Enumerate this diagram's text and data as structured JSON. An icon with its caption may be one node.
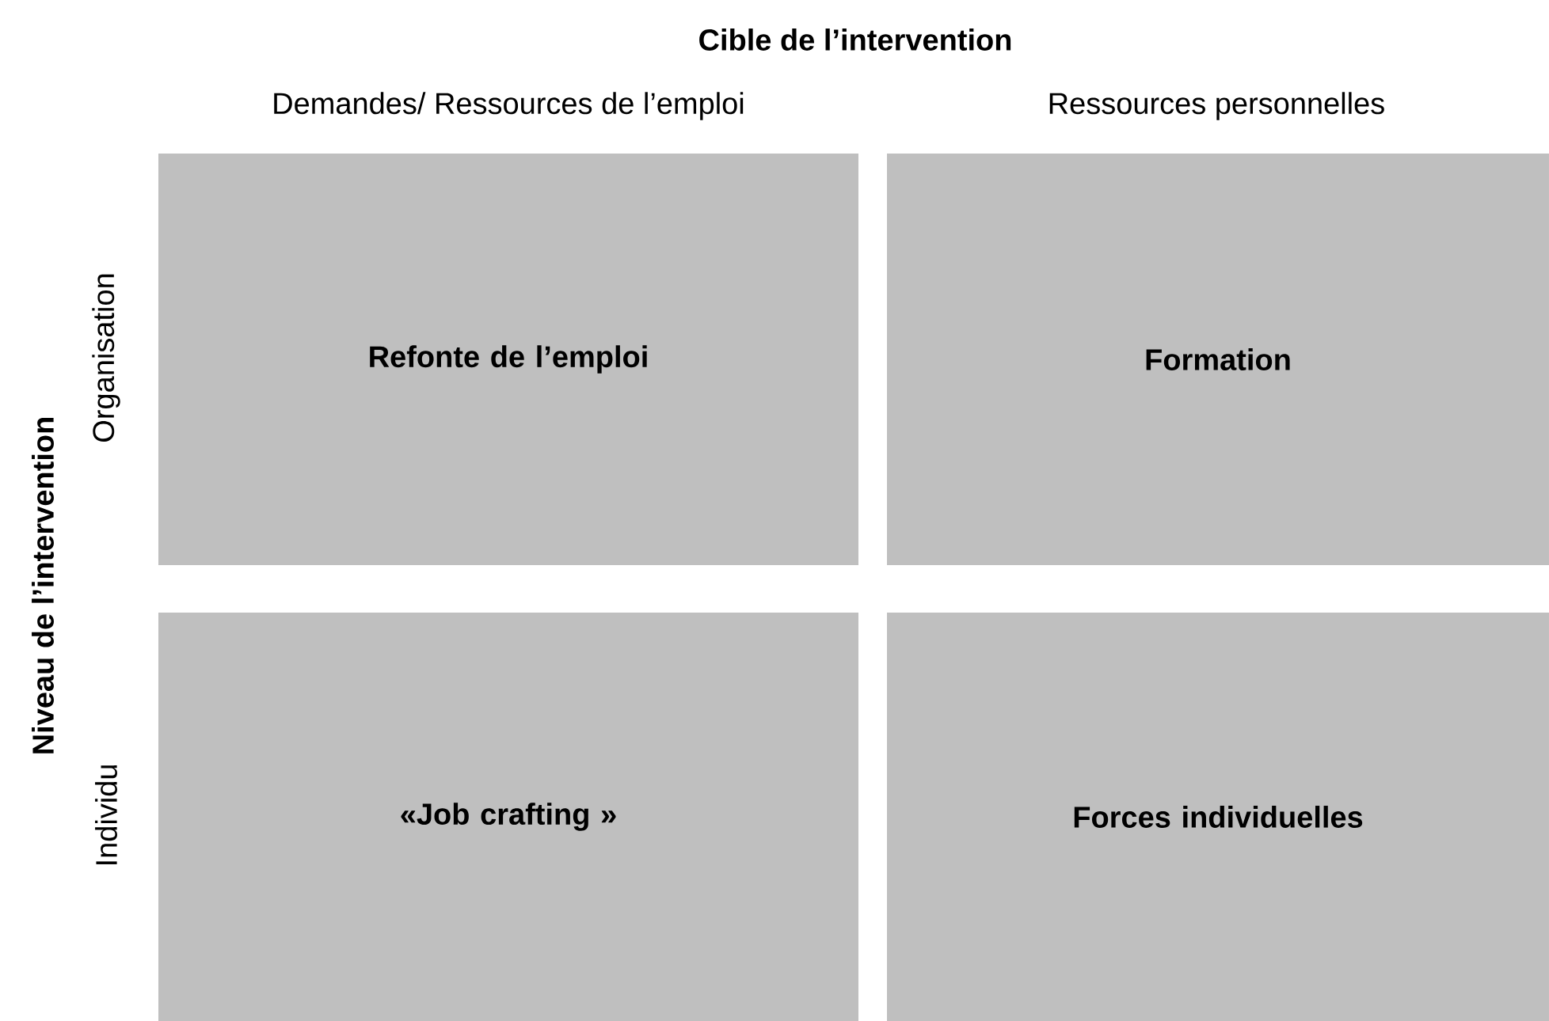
{
  "diagram": {
    "title": "Cible de l’intervention",
    "nodes": [
      {
        "text": [
          "Refonte de l’emploi"
        ]
      },
      {
        "text": [
          "Formation"
        ]
      },
      {
        "text": [
          "«Job crafting »"
        ]
      },
      {
        "text": [
          "Forces individuelles"
        ]
      }
    ],
    "labels": [
      "Demandes/ Ressources de l’emploi",
      "Ressources personnelles",
      "Niveau de l’intervention",
      "Organisation",
      "Individu"
    ]
  }
}
